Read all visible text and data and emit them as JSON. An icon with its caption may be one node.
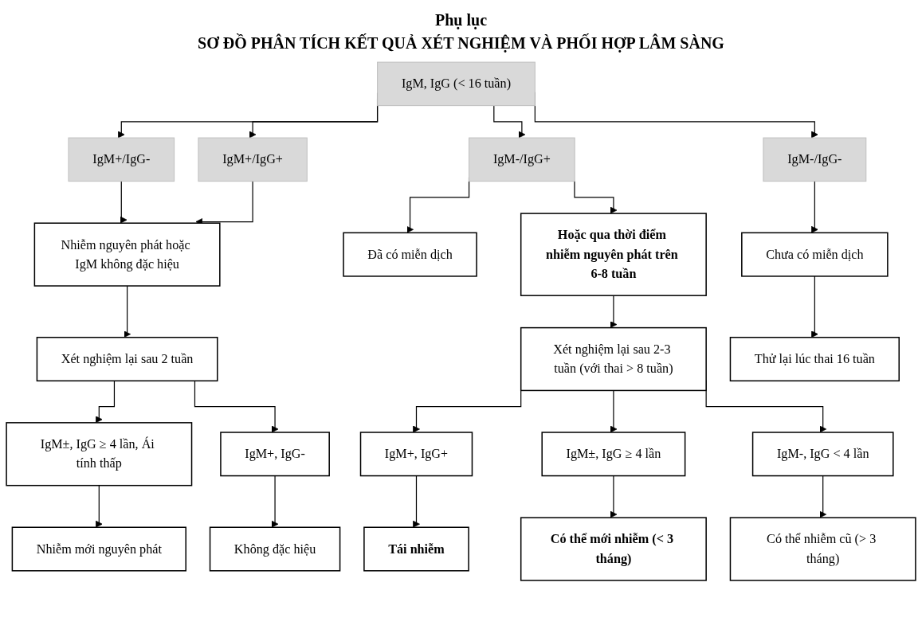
{
  "diagram": {
    "title": "SƠ ĐỒ PHÂN TÍCH KẾT QUẢ XÉT NGHIỆM VÀ PHỐI HỢP LÂM SÀNG",
    "nodes": [
      {
        "text": [
          "IgM, IgG (< 16 tuần)"
        ]
      },
      {
        "text": [
          "IgM+/IgG-"
        ]
      },
      {
        "text": [
          "IgM+/IgG+"
        ]
      },
      {
        "text": [
          "IgM-/IgG+"
        ]
      },
      {
        "text": [
          "IgM-/IgG-"
        ]
      },
      {
        "text": [
          "Nhiễm nguyên phát hoặc IgM không đặc hiệu"
        ]
      },
      {
        "text": [
          "Đã có miễn dịch"
        ]
      },
      {
        "text": [
          "Hoặc qua thời điểm nhiễm nguyên phát trên 6-8 tuần"
        ]
      },
      {
        "text": [
          "Chưa có miễn dịch"
        ]
      },
      {
        "text": [
          "Xét nghiệm lại sau 2 tuần"
        ]
      },
      {
        "text": [
          "Xét nghiệm lại sau 2-3 tuần (với thai > 8 tuần)"
        ]
      },
      {
        "text": [
          "Thử lại lúc thai 16 tuần"
        ]
      },
      {
        "text": [
          "IgM±, IgG ≥ 4 lần, Ái tính thấp"
        ]
      },
      {
        "text": [
          "IgM+, IgG-"
        ]
      },
      {
        "text": [
          "IgM+, IgG+"
        ]
      },
      {
        "text": [
          "IgM±, IgG ≥ 4 lần"
        ]
      },
      {
        "text": [
          "IgM-, IgG < 4 lần"
        ]
      },
      {
        "text": [
          "Nhiễm mới nguyên phát"
        ]
      },
      {
        "text": [
          "Không đặc hiệu"
        ]
      },
      {
        "text": [
          "Tái nhiễm"
        ]
      },
      {
        "text": [
          "Có thể mới nhiễm (< 3 tháng)"
        ]
      },
      {
        "text": [
          "Có thể nhiễm cũ (> 3 tháng)"
        ]
      }
    ],
    "edges": [
      {
        "from": 0,
        "to": 1,
        "arrow": "to"
      },
      {
        "from": 0,
        "to": 2,
        "arrow": "to"
      },
      {
        "from": 0,
        "to": 3,
        "arrow": "to"
      },
      {
        "from": 0,
        "to": 4,
        "arrow": "to"
      },
      {
        "from": 1,
        "to": 5,
        "arrow": "to"
      },
      {
        "from": 2,
        "to": 5,
        "arrow": "to"
      },
      {
        "from": 3,
        "to": 6,
        "arrow": "to"
      },
      {
        "from": 3,
        "to": 7,
        "arrow": "to"
      },
      {
        "from": 4,
        "to": 8,
        "arrow": "to"
      },
      {
        "from": 5,
        "to": 9,
        "arrow": "to"
      },
      {
        "from": 7,
        "to": 10,
        "arrow": "to"
      },
      {
        "from": 8,
        "to": 11,
        "arrow": "to"
      },
      {
        "from": 9,
        "to": 12,
        "arrow": "to"
      },
      {
        "from": 9,
        "to": 13,
        "arrow": "to"
      },
      {
        "from": 10,
        "to": 14,
        "arrow": "to"
      },
      {
        "from": 10,
        "to": 15,
        "arrow": "to"
      },
      {
        "from": 10,
        "to": 16,
        "arrow": "to"
      },
      {
        "from": 12,
        "to": 17,
        "arrow": "to"
      },
      {
        "from": 13,
        "to": 18,
        "arrow": "to"
      },
      {
        "from": 14,
        "to": 19,
        "arrow": "to"
      },
      {
        "from": 15,
        "to": 20,
        "arrow": "to"
      },
      {
        "from": 16,
        "to": 21,
        "arrow": "to"
      }
    ],
    "labels": [
      "Phụ lục"
    ]
  }
}
